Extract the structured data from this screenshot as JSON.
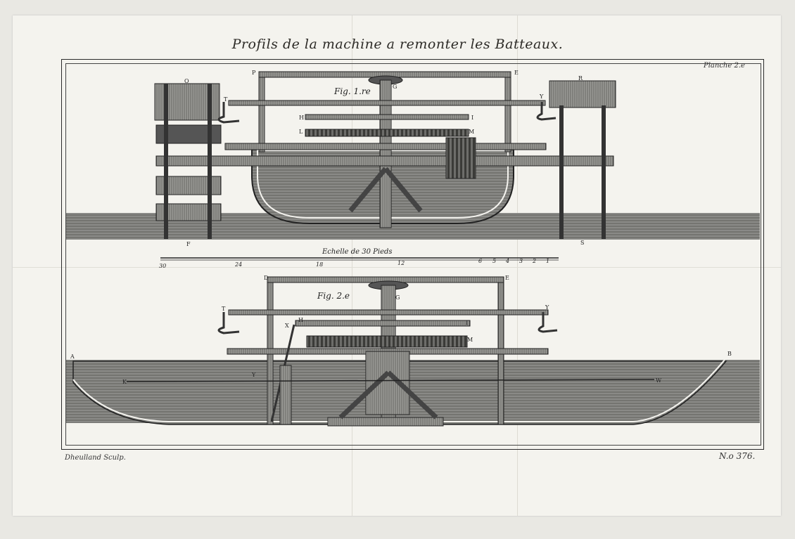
{
  "title": "Profils de la machine a remonter les Batteaux.",
  "plate": "Planche 2.e",
  "engraver": "Dheulland Sculp.",
  "number": "N.o 376.",
  "scale": {
    "label": "Echelle de 30 Pieds",
    "ticks": [
      "30",
      "24",
      "18",
      "12",
      "6",
      "5",
      "4",
      "3",
      "2",
      "1"
    ]
  },
  "figures": {
    "fig1": {
      "label": "Fig. 1.re",
      "letters": [
        "O",
        "P",
        "E",
        "R",
        "T",
        "Y",
        "G",
        "H",
        "I",
        "L",
        "M",
        "F",
        "S"
      ]
    },
    "fig2": {
      "label": "Fig. 2.e",
      "letters": [
        "D",
        "E",
        "G",
        "T",
        "Y",
        "X",
        "H",
        "I",
        "M",
        "A",
        "B",
        "K",
        "Y",
        "W"
      ]
    }
  },
  "colors": {
    "ink": "#2a2a2a",
    "paper": "#f4f3ee",
    "water": "#7d7d7b"
  }
}
